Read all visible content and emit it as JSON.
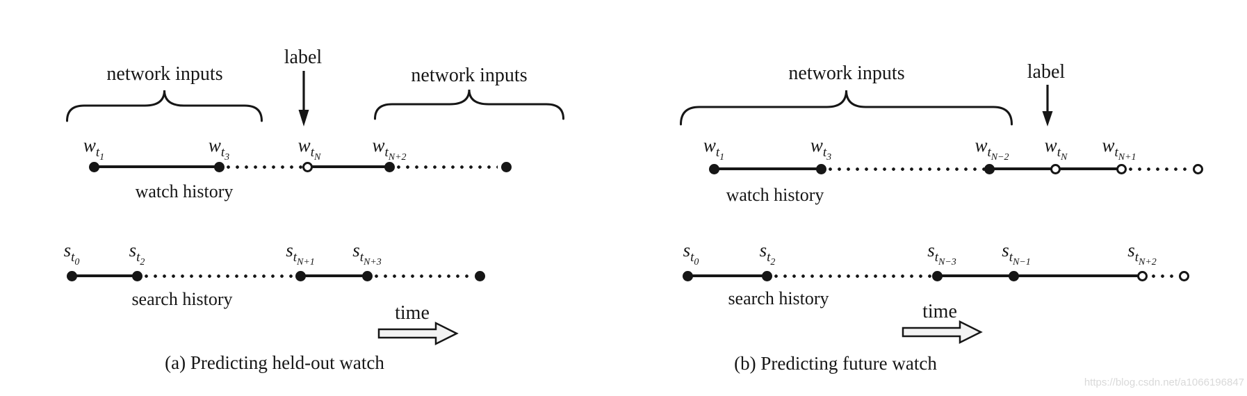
{
  "colors": {
    "ink": "#161616",
    "background": "#ffffff",
    "time_arrow_fill": "#f3f3f3",
    "watermark": "#d9d9d9"
  },
  "watermark": "https://blog.csdn.net/a1066196847",
  "fig_a": {
    "network_inputs_left": "network inputs",
    "network_inputs_right": "network inputs",
    "label_text": "label",
    "watch_history": "watch history",
    "search_history": "search history",
    "time": "time",
    "caption": "(a) Predicting held-out watch",
    "watch_nodes": [
      {
        "base": "w",
        "sub": "t",
        "subsub": "1"
      },
      {
        "base": "w",
        "sub": "t",
        "subsub": "3"
      },
      {
        "base": "w",
        "sub": "t",
        "subsub": "N"
      },
      {
        "base": "w",
        "sub": "t",
        "subsub": "N+2"
      }
    ],
    "search_nodes": [
      {
        "base": "s",
        "sub": "t",
        "subsub": "0"
      },
      {
        "base": "s",
        "sub": "t",
        "subsub": "2"
      },
      {
        "base": "s",
        "sub": "t",
        "subsub": "N+1"
      },
      {
        "base": "s",
        "sub": "t",
        "subsub": "N+3"
      }
    ]
  },
  "fig_b": {
    "network_inputs": "network inputs",
    "label_text": "label",
    "watch_history": "watch history",
    "search_history": "search history",
    "time": "time",
    "caption": "(b) Predicting future watch",
    "watch_nodes": [
      {
        "base": "w",
        "sub": "t",
        "subsub": "1"
      },
      {
        "base": "w",
        "sub": "t",
        "subsub": "3"
      },
      {
        "base": "w",
        "sub": "t",
        "subsub": "N−2"
      },
      {
        "base": "w",
        "sub": "t",
        "subsub": "N"
      },
      {
        "base": "w",
        "sub": "t",
        "subsub": "N+1"
      }
    ],
    "search_nodes": [
      {
        "base": "s",
        "sub": "t",
        "subsub": "0"
      },
      {
        "base": "s",
        "sub": "t",
        "subsub": "2"
      },
      {
        "base": "s",
        "sub": "t",
        "subsub": "N−3"
      },
      {
        "base": "s",
        "sub": "t",
        "subsub": "N−1"
      },
      {
        "base": "s",
        "sub": "t",
        "subsub": "N+2"
      }
    ]
  }
}
